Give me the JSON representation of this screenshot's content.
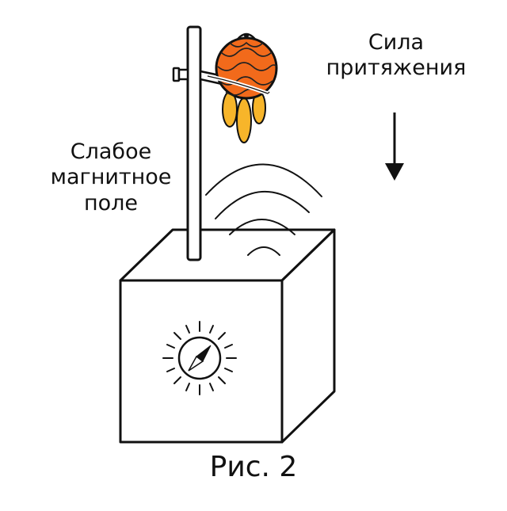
{
  "labels": {
    "gravity": [
      "Сила",
      "притяжения"
    ],
    "weak_field": [
      "Слабое",
      "магнитное",
      "поле"
    ]
  },
  "caption": "Рис. 2",
  "colors": {
    "stroke": "#111111",
    "ball_fill": "#f26a1b",
    "ball_net": "#222222",
    "tassel_fill": "#f7b52a",
    "background": "#ffffff"
  },
  "icons": {
    "dial": "compass-icon",
    "arrow": "arrow-down-icon"
  }
}
